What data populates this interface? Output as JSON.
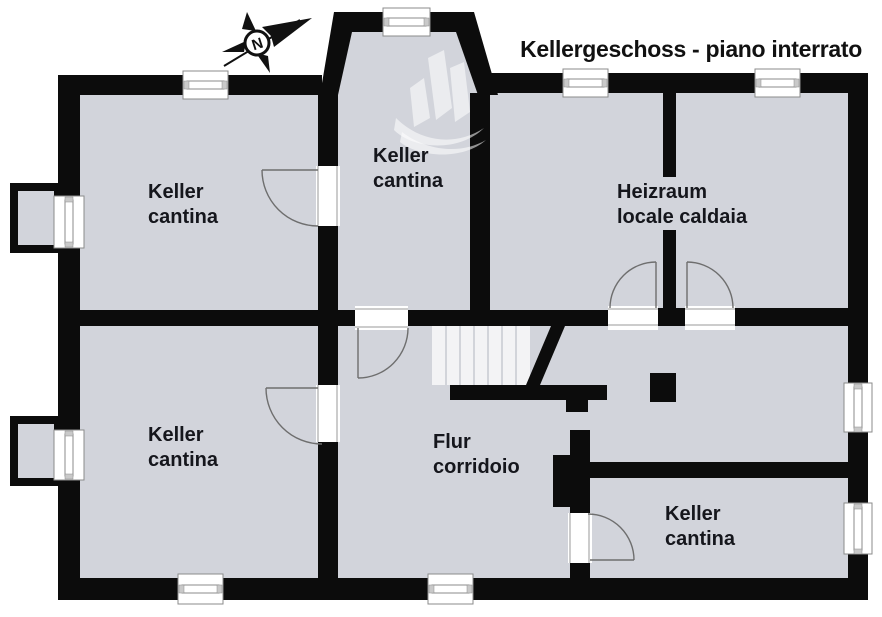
{
  "title": "Kellergeschoss - piano interrato",
  "compass": {
    "label": "N",
    "icon": "north-arrow"
  },
  "rooms": [
    {
      "id": "keller-cantina-top-left",
      "line1": "Keller",
      "line2": "cantina"
    },
    {
      "id": "keller-cantina-top-middle",
      "line1": "Keller",
      "line2": "cantina"
    },
    {
      "id": "heizraum",
      "line1": "Heizraum",
      "line2": "locale caldaia"
    },
    {
      "id": "keller-cantina-bottom-left",
      "line1": "Keller",
      "line2": "cantina"
    },
    {
      "id": "flur-corridor",
      "line1": "Flur",
      "line2": "corridoio"
    },
    {
      "id": "keller-cantina-bottom-right",
      "line1": "Keller",
      "line2": "cantina"
    }
  ],
  "colors": {
    "wall": "#0c0c0c",
    "room_fill": "#d2d4db",
    "stairs_fill": "#f3f3f5",
    "background": "#ffffff"
  }
}
